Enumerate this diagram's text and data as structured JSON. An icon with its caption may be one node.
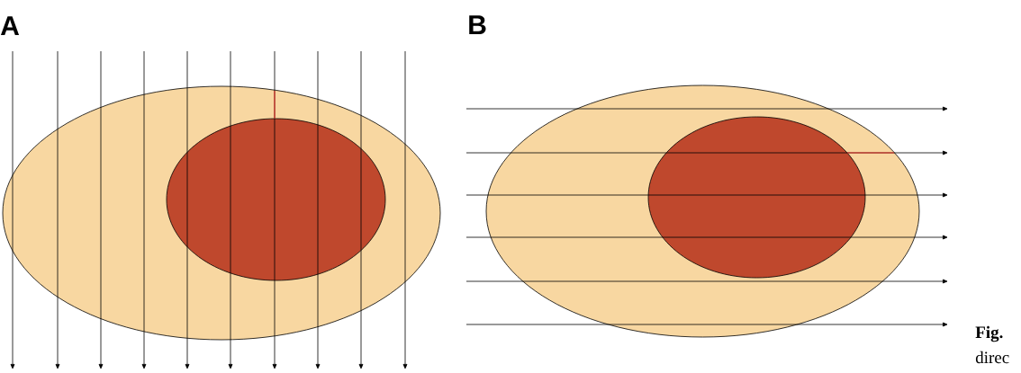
{
  "diagram": {
    "nodes": [
      {
        "text": [],
        "shape": "ellipse"
      },
      {
        "text": [],
        "shape": "ellipse",
        "in": 0
      },
      {
        "text": [],
        "shape": "ellipse"
      },
      {
        "text": [],
        "shape": "ellipse",
        "in": 2
      }
    ],
    "labels": [
      "A",
      "B",
      "Fig.",
      "direc"
    ]
  }
}
